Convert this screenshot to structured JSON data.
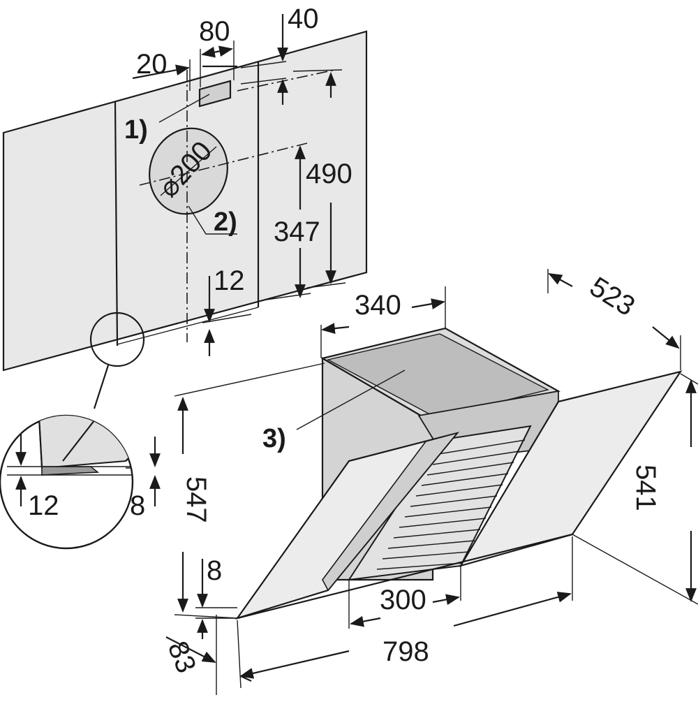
{
  "dimensions": {
    "d80": "80",
    "d40": "40",
    "d20": "20",
    "d490": "490",
    "d347": "347",
    "d12_wall": "12",
    "d200": "⌀200",
    "d340": "340",
    "d523": "523",
    "d541": "541",
    "d547": "547",
    "d8_front": "8",
    "d300": "300",
    "d798": "798",
    "d83": "83",
    "d12_detail": "12",
    "d8_detail": "8"
  },
  "labels": {
    "l1": "1)",
    "l2": "2)",
    "l3": "3)"
  }
}
